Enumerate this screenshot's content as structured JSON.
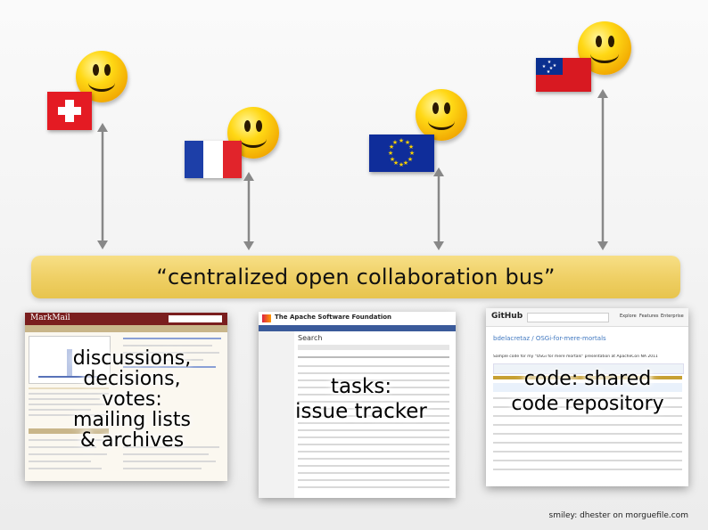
{
  "bus": {
    "label": "“centralized open collaboration bus”"
  },
  "panels": {
    "mailing": {
      "logo": "MarkMail",
      "overlay": [
        "discussions,",
        "decisions,",
        "votes:",
        "mailing lists",
        "& archives"
      ]
    },
    "tasks": {
      "header": "The Apache Software Foundation",
      "search_title": "Search",
      "overlay": [
        "tasks:",
        "issue tracker"
      ]
    },
    "code": {
      "brand": "GitHub",
      "repo_path": "bdelacretaz / OSGi-for-mere-mortals",
      "nav": [
        "Explore",
        "Features",
        "Enterprise"
      ],
      "description": "Sample code for my \"OSGi for mere mortals\" presentation at ApacheCon NA 2011",
      "overlay": [
        "code: shared",
        "code repository"
      ]
    }
  },
  "flags": [
    "switzerland-flag",
    "france-flag",
    "eu-flag",
    "samoa-flag"
  ],
  "credit": "smiley: dhester on morguefile.com"
}
